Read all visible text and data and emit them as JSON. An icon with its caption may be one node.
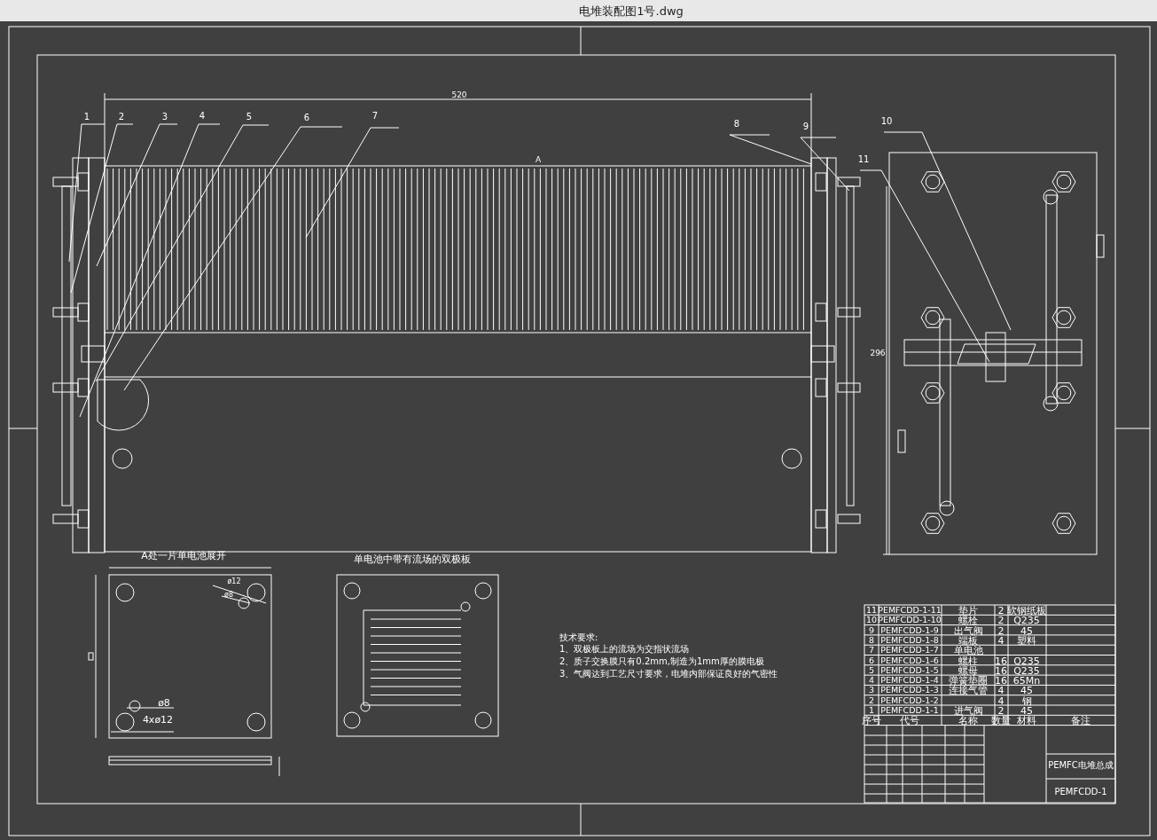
{
  "diagram": {
    "nodes": [
      {
        "text": [
          "1"
        ]
      },
      {
        "text": [
          "2"
        ]
      },
      {
        "text": [
          "3"
        ]
      },
      {
        "text": [
          "4"
        ]
      },
      {
        "text": [
          "5"
        ]
      },
      {
        "text": [
          "6"
        ]
      },
      {
        "text": [
          "7"
        ]
      },
      {
        "text": [
          "8"
        ]
      },
      {
        "text": [
          "9"
        ]
      },
      {
        "text": [
          "10"
        ]
      },
      {
        "text": [
          "11"
        ]
      }
    ],
    "edges": [
      {
        "from": 0,
        "to": null,
        "arrow": "none"
      },
      {
        "from": 1,
        "to": null,
        "arrow": "none"
      },
      {
        "from": 2,
        "to": null,
        "arrow": "none"
      },
      {
        "from": 3,
        "to": null,
        "arrow": "none"
      },
      {
        "from": 4,
        "to": null,
        "arrow": "none"
      },
      {
        "from": 5,
        "to": null,
        "arrow": "none"
      },
      {
        "from": 6,
        "to": null,
        "arrow": "none"
      },
      {
        "from": 7,
        "to": null,
        "arrow": "none"
      },
      {
        "from": 8,
        "to": null,
        "arrow": "none"
      },
      {
        "from": 9,
        "to": null,
        "arrow": "none"
      },
      {
        "from": 10,
        "to": null,
        "arrow": "none"
      }
    ],
    "labels": [
      "电堆装配图1号.dwg",
      "520",
      "A",
      "296",
      "A处一片单电池展开",
      "ø12",
      "ø8",
      "ø8",
      "4xø12",
      "单电池中带有流场的双极板",
      "技术要求:",
      "1、双极板上的流场为交指状流场",
      "2、质子交换膜只有0.2mm,制造为1mm厚的膜电极",
      "3、气阀达到工艺尺寸要求，电堆内部保证良好的气密性",
      "11",
      "PEMFCDD-1-11",
      "垫片",
      "2",
      "软钢纸板",
      "10",
      "PEMFCDD-1-10",
      "螺栓",
      "2",
      "Q235",
      "9",
      "PEMFCDD-1-9",
      "出气阀",
      "2",
      "45",
      "8",
      "PEMFCDD-1-8",
      "端板",
      "4",
      "塑料",
      "7",
      "PEMFCDD-1-7",
      "单电池",
      "6",
      "PEMFCDD-1-6",
      "螺柱",
      "16",
      "Q235",
      "5",
      "PEMFCDD-1-5",
      "螺母",
      "16",
      "Q235",
      "4",
      "PEMFCDD-1-4",
      "弹簧垫圈",
      "16",
      "65Mn",
      "3",
      "PEMFCDD-1-3",
      "连接气管",
      "4",
      "45",
      "2",
      "PEMFCDD-1-2",
      "4",
      "钢",
      "1",
      "PEMFCDD-1-1",
      "进气阀",
      "2",
      "45",
      "序号",
      "代号",
      "名称",
      "数量",
      "材料",
      "备注",
      "PEMFC电堆总成",
      "PEMFCDD-1"
    ]
  }
}
